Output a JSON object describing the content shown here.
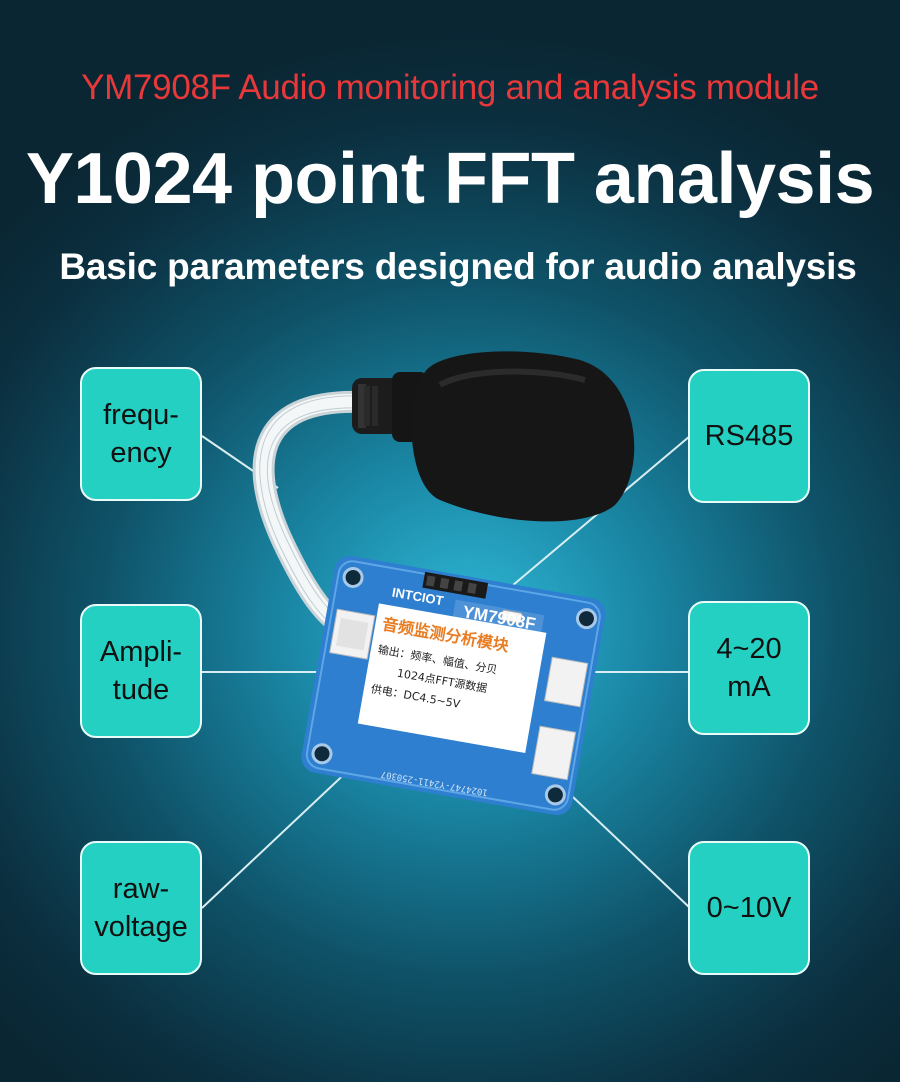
{
  "header": {
    "kicker": "YM7908F Audio monitoring and analysis module",
    "title": "Y1024 point FFT analysis",
    "subtitle": "Basic parameters designed for audio analysis"
  },
  "features_left": [
    {
      "label": "frequ-\nency"
    },
    {
      "label": "Ampli-\ntude"
    },
    {
      "label": "raw-\nvoltage"
    }
  ],
  "features_right": [
    {
      "label": "RS485"
    },
    {
      "label": "4~20\nmA"
    },
    {
      "label": "0~10V"
    }
  ],
  "board": {
    "brand": "INTCIOT",
    "model": "YM7908F",
    "label_title": "音频监测分析模块",
    "label_line1": "输出：频率、幅值、分贝",
    "label_line2": "1024点FFT源数据",
    "label_line3": "供电：DC4.5~5V",
    "serial": "1024747-Y2411-250307"
  },
  "colors": {
    "kicker": "#e8383a",
    "card_fill": "#24d0c2",
    "card_border": "#e9fbf9",
    "pcb": "#2e7fd0",
    "label_title": "#e87d24"
  }
}
